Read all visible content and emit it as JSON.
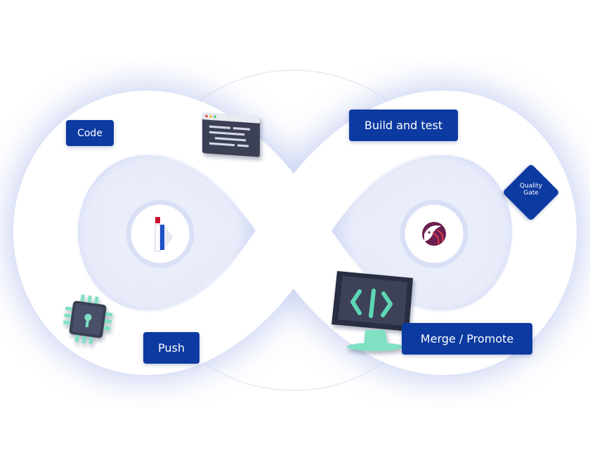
{
  "stages": {
    "code": "Code",
    "build_and_test": "Build and test",
    "push": "Push",
    "merge_promote": "Merge / Promote",
    "quality_gate_line1": "Quality",
    "quality_gate_line2": "Gate"
  },
  "colors": {
    "label_bg": "#0c3aa0",
    "loop_glow": "#c9d2f2",
    "ring": "#dbe2f8",
    "chip_pins": "#7fe0c4",
    "monitor_code": "#5fd6b4",
    "logo_red": "#c8102e",
    "logo_blue": "#1d4fc4",
    "logo_purple": "#6b1f4f"
  },
  "icons": [
    "browser-window-icon",
    "microchip-keyhole-icon",
    "code-monitor-icon",
    "left-hub-logo-icon",
    "right-hub-logo-icon"
  ]
}
